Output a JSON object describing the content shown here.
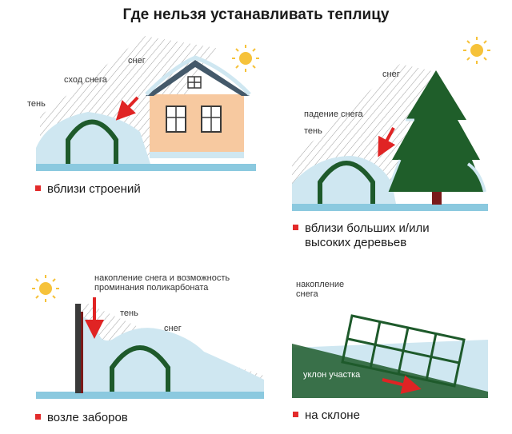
{
  "title": "Где нельзя устанавливать теплицу",
  "panels": {
    "buildings": {
      "caption": "вблизи строений",
      "labels": {
        "snow": "снег",
        "snow_slide": "сход снега",
        "shadow": "тень"
      }
    },
    "trees": {
      "caption_line1": "вблизи больших и/или",
      "caption_line2": "высоких деревьев",
      "labels": {
        "snow": "снег",
        "snow_fall": "падение снега",
        "shadow": "тень"
      }
    },
    "fences": {
      "caption": "возле заборов",
      "labels": {
        "accumulation_line1": "накопление снега и возможность",
        "accumulation_line2": "проминания поликарбоната",
        "shadow": "тень",
        "snow": "снег"
      }
    },
    "slope": {
      "caption": "на склоне",
      "labels": {
        "accumulation_line1": "накопление",
        "accumulation_line2": "снега",
        "slope": "уклон участка"
      }
    }
  },
  "colors": {
    "snow": "#cfe7f1",
    "arrow": "#e02424",
    "tree": "#1f5e2a",
    "house": "#f7c9a0",
    "roof": "#44596a",
    "ground": "#8bc9df",
    "sun": "#f6c23a",
    "greenhouse": "#1e5a2b"
  }
}
